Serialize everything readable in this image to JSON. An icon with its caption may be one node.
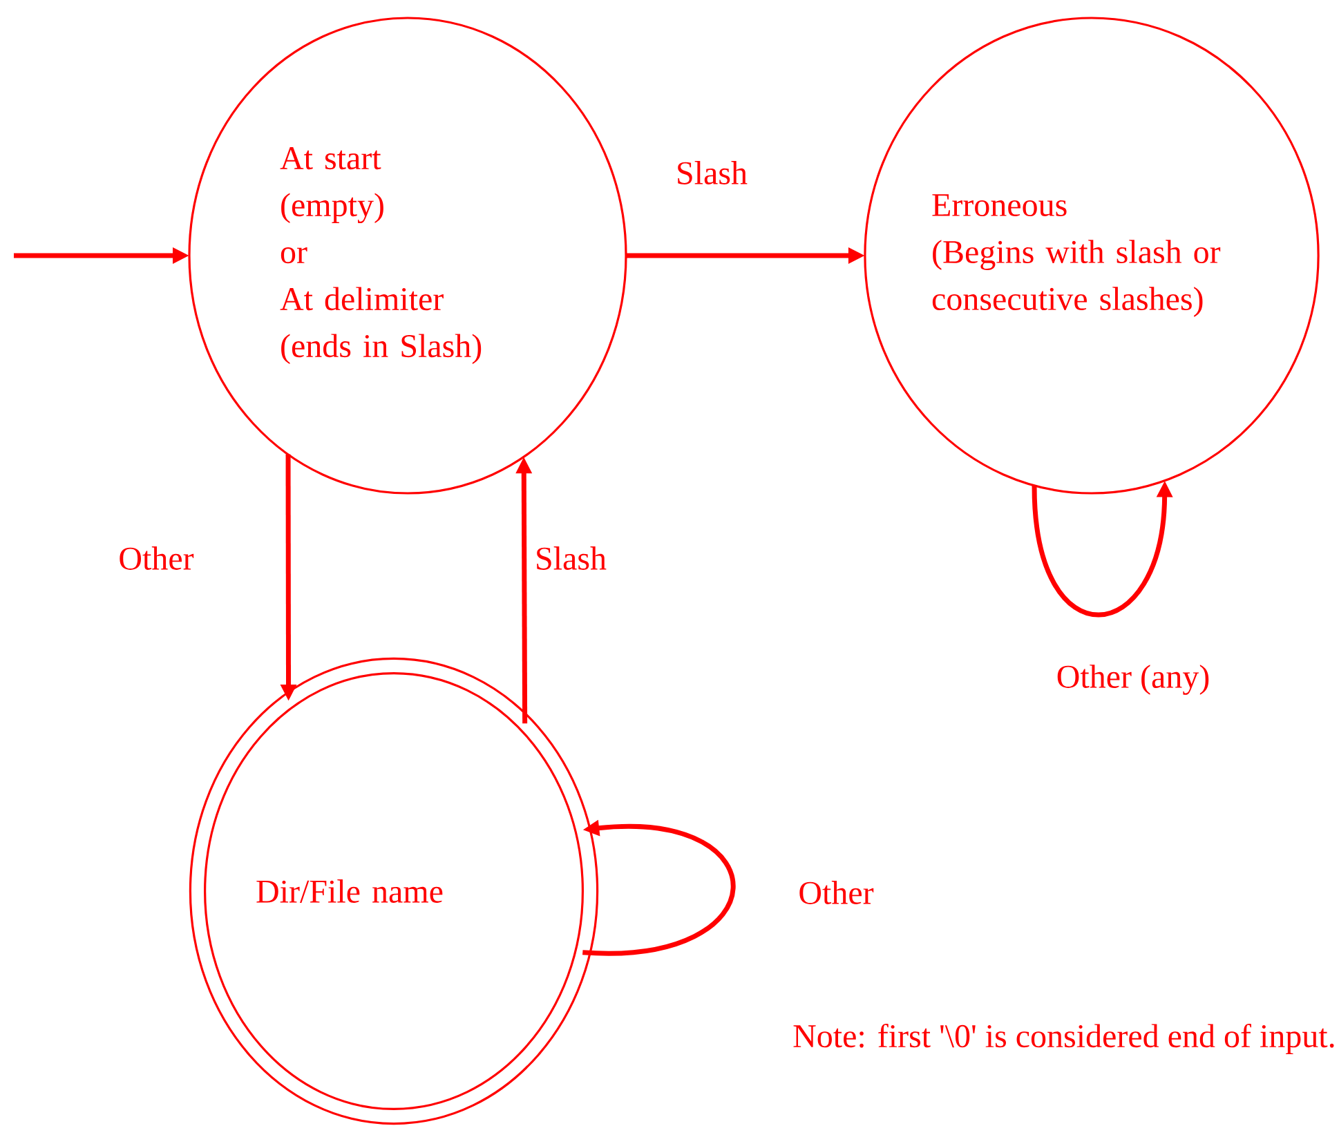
{
  "diagram": {
    "nodes": [
      {
        "text": [
          "At start",
          "(empty)",
          "or",
          "At delimiter",
          "(ends in Slash)"
        ]
      },
      {
        "text": [
          "Erroneous",
          "(Begins with slash or consecutive slashes)"
        ]
      },
      {
        "text": [
          "Dir/File name"
        ]
      }
    ],
    "edges": [
      {
        "from": null,
        "to": 0,
        "arrow": "to"
      },
      {
        "from": 0,
        "to": 1,
        "arrow": "to",
        "label": "Slash"
      },
      {
        "from": 1,
        "to": 1,
        "arrow": "to",
        "label": "Other (any)"
      },
      {
        "from": 0,
        "to": 2,
        "arrow": "to",
        "label": "Other"
      },
      {
        "from": 2,
        "to": 0,
        "arrow": "to",
        "label": "Slash"
      },
      {
        "from": 2,
        "to": 2,
        "arrow": "to",
        "label": "Other"
      }
    ],
    "labels": [
      "Note: first '\\0' is considered end of input."
    ]
  }
}
